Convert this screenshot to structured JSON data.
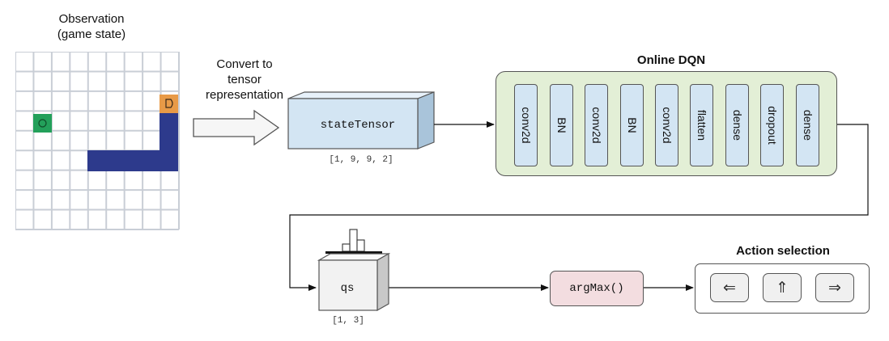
{
  "observation": {
    "title": [
      "Observation",
      "(game state)"
    ],
    "grid_rows": 9,
    "grid_cols": 9,
    "colors": {
      "grid_line": "#c9ced6",
      "snake_body": "#2d3a8c",
      "snake_head": "#e89a47",
      "fruit": "#23a05a"
    }
  },
  "convert": {
    "label": [
      "Convert to",
      "tensor",
      "representation"
    ]
  },
  "state_tensor": {
    "label": "stateTensor",
    "shape": "[1, 9, 9, 2]",
    "face_color": "#d3e5f3"
  },
  "dqn": {
    "title": "Online DQN",
    "layers": [
      "conv2d",
      "BN",
      "conv2d",
      "BN",
      "conv2d",
      "flatten",
      "dense",
      "dropout",
      "dense"
    ],
    "colors": {
      "container": "#e3efd6",
      "layer": "#d3e5f3"
    }
  },
  "qs": {
    "label": "qs",
    "shape": "[1, 3]",
    "face_color": "#f2f2f2"
  },
  "argmax": {
    "label": "argMax()",
    "color": "#f3dde0"
  },
  "action_selection": {
    "title": "Action selection",
    "actions": [
      {
        "icon": "arrow-left-icon",
        "glyph": "⇐"
      },
      {
        "icon": "arrow-up-icon",
        "glyph": "⇑"
      },
      {
        "icon": "arrow-right-icon",
        "glyph": "⇒"
      }
    ]
  }
}
